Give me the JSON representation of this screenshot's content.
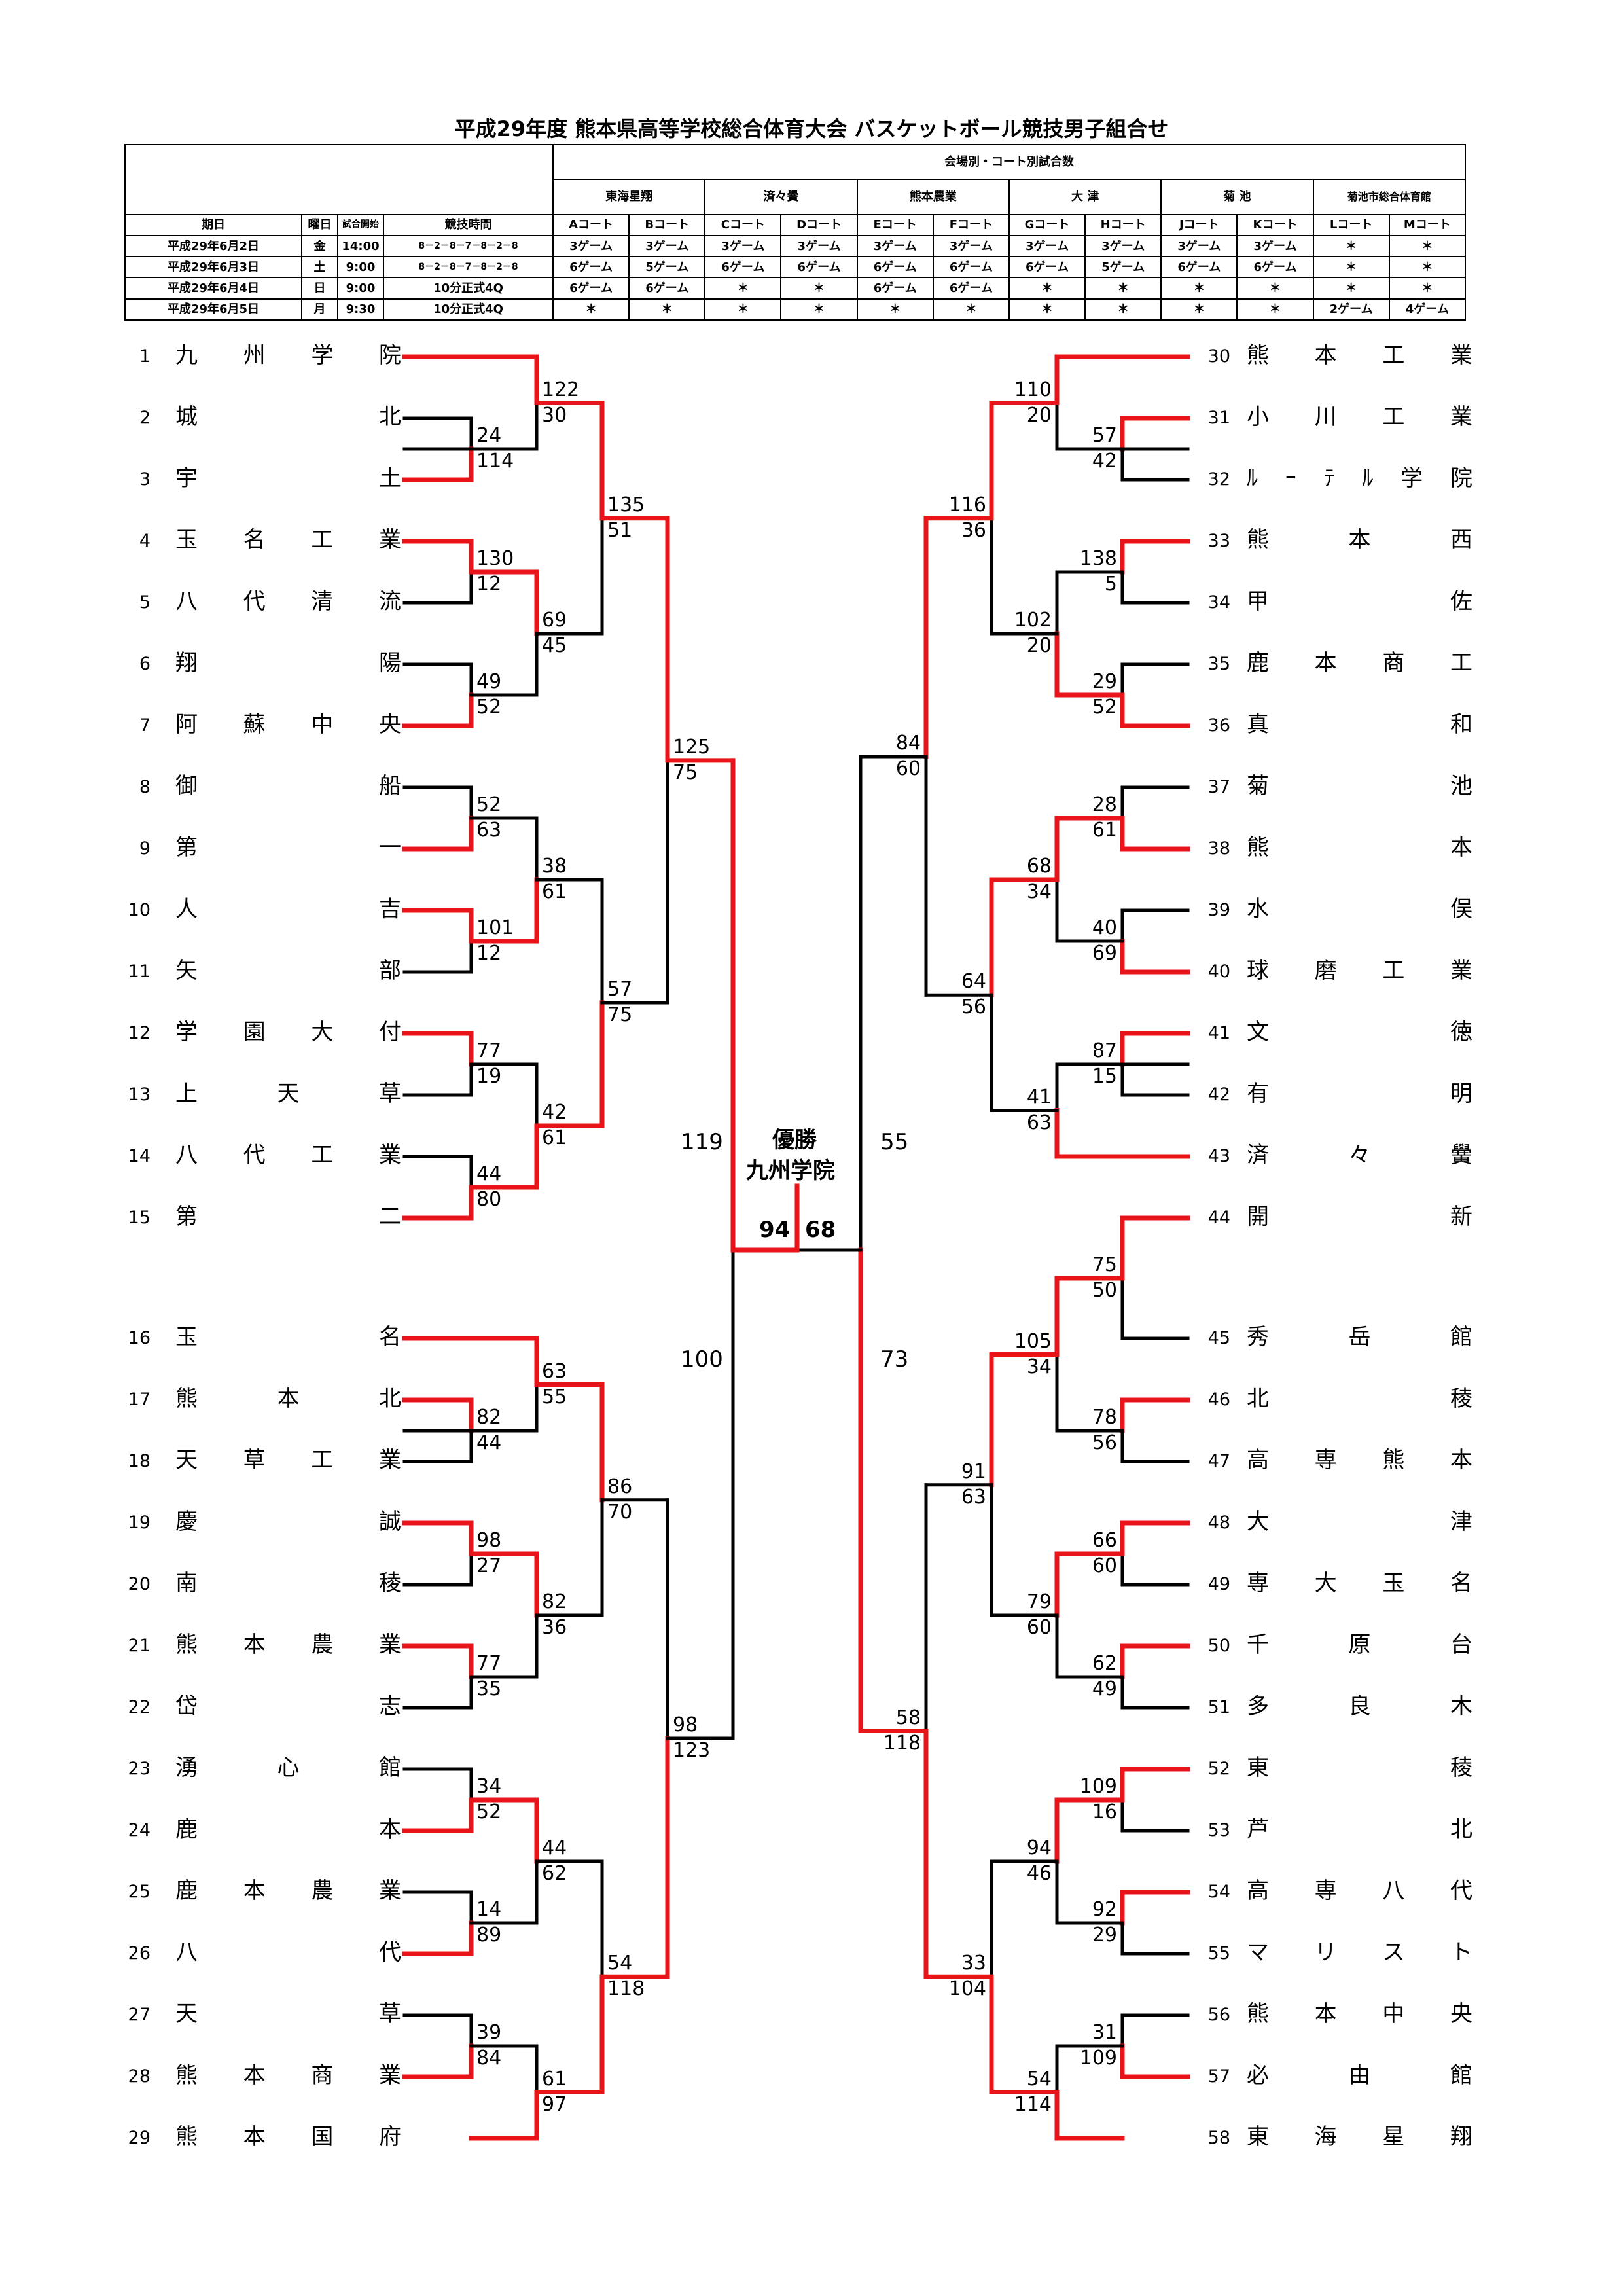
{
  "title": "平成29年度 熊本県高等学校総合体育大会 バスケットボール競技男子組合せ",
  "schedule": {
    "header_games": "会場別・コート別試合数",
    "venues": [
      "東海星翔",
      "済々黌",
      "熊本農業",
      "大 津",
      "菊 池",
      "菊池市総合体育館"
    ],
    "courts": [
      "Aコート",
      "Bコート",
      "Cコート",
      "Dコート",
      "Eコート",
      "Fコート",
      "Gコート",
      "Hコート",
      "Jコート",
      "Kコート",
      "Lコート",
      "Mコート"
    ],
    "col_date": "期日",
    "col_day": "曜日",
    "col_start": "試合開始",
    "col_time": "競技時間",
    "rows": [
      {
        "date": "平成29年6月2日",
        "day": "金",
        "start": "14:00",
        "time": "8－2－8－7－8－2－8",
        "games": [
          "3ゲーム",
          "3ゲーム",
          "3ゲーム",
          "3ゲーム",
          "3ゲーム",
          "3ゲーム",
          "3ゲーム",
          "3ゲーム",
          "3ゲーム",
          "3ゲーム",
          "＊",
          "＊"
        ]
      },
      {
        "date": "平成29年6月3日",
        "day": "土",
        "start": "9:00",
        "time": "8－2－8－7－8－2－8",
        "games": [
          "6ゲーム",
          "5ゲーム",
          "6ゲーム",
          "6ゲーム",
          "6ゲーム",
          "6ゲーム",
          "6ゲーム",
          "5ゲーム",
          "6ゲーム",
          "6ゲーム",
          "＊",
          "＊"
        ]
      },
      {
        "date": "平成29年6月4日",
        "day": "日",
        "start": "9:00",
        "time": "10分正式4Q",
        "games": [
          "6ゲーム",
          "6ゲーム",
          "＊",
          "＊",
          "6ゲーム",
          "6ゲーム",
          "＊",
          "＊",
          "＊",
          "＊",
          "＊",
          "＊"
        ]
      },
      {
        "date": "平成29年6月5日",
        "day": "月",
        "start": "9:30",
        "time": "10分正式4Q",
        "games": [
          "＊",
          "＊",
          "＊",
          "＊",
          "＊",
          "＊",
          "＊",
          "＊",
          "＊",
          "＊",
          "2ゲーム",
          "4ゲーム"
        ]
      }
    ]
  },
  "teams_left": [
    {
      "num": "1",
      "name": "九州学院"
    },
    {
      "num": "2",
      "name": "城北"
    },
    {
      "num": "3",
      "name": "宇土"
    },
    {
      "num": "4",
      "name": "玉名工業"
    },
    {
      "num": "5",
      "name": "八代清流"
    },
    {
      "num": "6",
      "name": "翔陽"
    },
    {
      "num": "7",
      "name": "阿蘇中央"
    },
    {
      "num": "8",
      "name": "御船"
    },
    {
      "num": "9",
      "name": "第一"
    },
    {
      "num": "10",
      "name": "人吉"
    },
    {
      "num": "11",
      "name": "矢部"
    },
    {
      "num": "12",
      "name": "学園大付"
    },
    {
      "num": "13",
      "name": "上天草"
    },
    {
      "num": "14",
      "name": "八代工業"
    },
    {
      "num": "15",
      "name": "第二"
    },
    {
      "num": "16",
      "name": "玉名"
    },
    {
      "num": "17",
      "name": "熊本北"
    },
    {
      "num": "18",
      "name": "天草工業"
    },
    {
      "num": "19",
      "name": "慶誠"
    },
    {
      "num": "20",
      "name": "南稜"
    },
    {
      "num": "21",
      "name": "熊本農業"
    },
    {
      "num": "22",
      "name": "岱志"
    },
    {
      "num": "23",
      "name": "湧心館"
    },
    {
      "num": "24",
      "name": "鹿本"
    },
    {
      "num": "25",
      "name": "鹿本農業"
    },
    {
      "num": "26",
      "name": "八代"
    },
    {
      "num": "27",
      "name": "天草"
    },
    {
      "num": "28",
      "name": "熊本商業"
    },
    {
      "num": "29",
      "name": "熊本国府"
    }
  ],
  "teams_right": [
    {
      "num": "30",
      "name": "熊本工業"
    },
    {
      "num": "31",
      "name": "小川工業"
    },
    {
      "num": "32",
      "name": "ﾙｰﾃﾙ学院"
    },
    {
      "num": "33",
      "name": "熊本西"
    },
    {
      "num": "34",
      "name": "甲佐"
    },
    {
      "num": "35",
      "name": "鹿本商工"
    },
    {
      "num": "36",
      "name": "真和"
    },
    {
      "num": "37",
      "name": "菊池"
    },
    {
      "num": "38",
      "name": "熊本"
    },
    {
      "num": "39",
      "name": "水俣"
    },
    {
      "num": "40",
      "name": "球磨工業"
    },
    {
      "num": "41",
      "name": "文徳"
    },
    {
      "num": "42",
      "name": "有明"
    },
    {
      "num": "43",
      "name": "済々黌"
    },
    {
      "num": "44",
      "name": "開新"
    },
    {
      "num": "45",
      "name": "秀岳館"
    },
    {
      "num": "46",
      "name": "北稜"
    },
    {
      "num": "47",
      "name": "高専熊本"
    },
    {
      "num": "48",
      "name": "大津"
    },
    {
      "num": "49",
      "name": "専大玉名"
    },
    {
      "num": "50",
      "name": "千原台"
    },
    {
      "num": "51",
      "name": "多良木"
    },
    {
      "num": "52",
      "name": "東稜"
    },
    {
      "num": "53",
      "name": "芦北"
    },
    {
      "num": "54",
      "name": "高専八代"
    },
    {
      "num": "55",
      "name": "マリスト"
    },
    {
      "num": "56",
      "name": "熊本中央"
    },
    {
      "num": "57",
      "name": "必由館"
    },
    {
      "num": "58",
      "name": "東海星翔"
    }
  ],
  "champion_label": "優勝",
  "champion_name": "九州学院",
  "final_left_score": "94",
  "final_right_score": "68",
  "semi_scores": {
    "left_top": "119",
    "right_top": "55",
    "left_bottom": "100",
    "right_bottom": "73"
  },
  "colors": {
    "winner_line": "#e8141a",
    "line": "#000000"
  }
}
